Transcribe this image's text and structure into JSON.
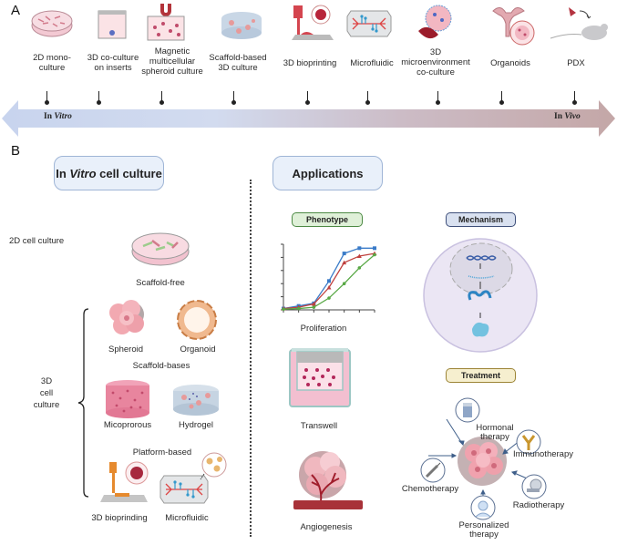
{
  "panel_a": {
    "letter": "A",
    "timeline": {
      "left_label_prefix": "In",
      "left_label_italic": "Vitro",
      "right_label_prefix": "In",
      "right_label_italic": "Vivo",
      "gradient_start": "#c8d4ee",
      "gradient_end": "#c4a7a7"
    },
    "models": [
      {
        "label_lines": [
          "2D mono-",
          "culture"
        ],
        "icon": "petri-dish-icon"
      },
      {
        "label_lines": [
          "3D co-culture",
          "on inserts"
        ],
        "icon": "culture-insert-icon"
      },
      {
        "label_lines": [
          "Magnetic",
          "multicellular",
          "spheroid culture"
        ],
        "icon": "magnet-culture-icon"
      },
      {
        "label_lines": [
          "Scaffold-based",
          "3D culture"
        ],
        "icon": "scaffold-icon"
      },
      {
        "label_lines": [
          "3D bioprinting"
        ],
        "icon": "bioprinter-icon"
      },
      {
        "label_lines": [
          "Microfluidic"
        ],
        "icon": "microfluidic-chip-icon"
      },
      {
        "label_lines": [
          "3D",
          "microenvironment",
          "co-culture"
        ],
        "icon": "microenvironment-icon"
      },
      {
        "label_lines": [
          "Organoids"
        ],
        "icon": "uterus-organoid-icon"
      },
      {
        "label_lines": [
          "PDX"
        ],
        "icon": "mouse-icon"
      }
    ]
  },
  "panel_b": {
    "letter": "B",
    "left_header_prefix": "In",
    "left_header_italic": "Vitro",
    "left_header_suffix": "cell culture",
    "right_header": "Applications",
    "culture": {
      "label_2d": "2D cell culture",
      "label_3d_lines": [
        "3D",
        "cell",
        "culture"
      ],
      "scaffold_free": "Scaffold-free",
      "spheroid": "Spheroid",
      "organoid": "Organoid",
      "scaffold_bases": "Scaffold-bases",
      "microporous": "Micoprorous",
      "hydrogel": "Hydrogel",
      "platform_based": "Platform-based",
      "bioprinting": "3D bioprinding",
      "microfluidic": "Microfluidic"
    },
    "applications": {
      "phenotype_tag": "Phenotype",
      "mechanism_tag": "Mechanism",
      "treatment_tag": "Treatment",
      "proliferation": "Proliferation",
      "transwell": "Transwell",
      "angiogenesis": "Angiogenesis",
      "treatments": {
        "hormonal": [
          "Hormonal",
          "therapy"
        ],
        "immuno": [
          "Immunotherapy"
        ],
        "chemo": [
          "Chemotherapy"
        ],
        "radio": [
          "Radiotherapy"
        ],
        "personalized": [
          "Personalized",
          "therapy"
        ]
      }
    }
  },
  "chart_data": {
    "type": "line",
    "title": "Proliferation",
    "xlabel": "",
    "ylabel": "",
    "x": [
      0,
      1,
      2,
      3,
      4,
      5,
      6
    ],
    "ylim": [
      0,
      5
    ],
    "series": [
      {
        "name": "blue",
        "color": "#3a7bc8",
        "marker": "square",
        "values": [
          0.1,
          0.3,
          0.5,
          2.2,
          4.3,
          4.7,
          4.7
        ]
      },
      {
        "name": "red",
        "color": "#c0413f",
        "marker": "triangle",
        "values": [
          0.1,
          0.2,
          0.45,
          1.7,
          3.6,
          4.1,
          4.3
        ]
      },
      {
        "name": "green",
        "color": "#58a845",
        "marker": "circle",
        "values": [
          0.05,
          0.1,
          0.2,
          0.9,
          2.0,
          3.2,
          4.2
        ]
      }
    ]
  }
}
